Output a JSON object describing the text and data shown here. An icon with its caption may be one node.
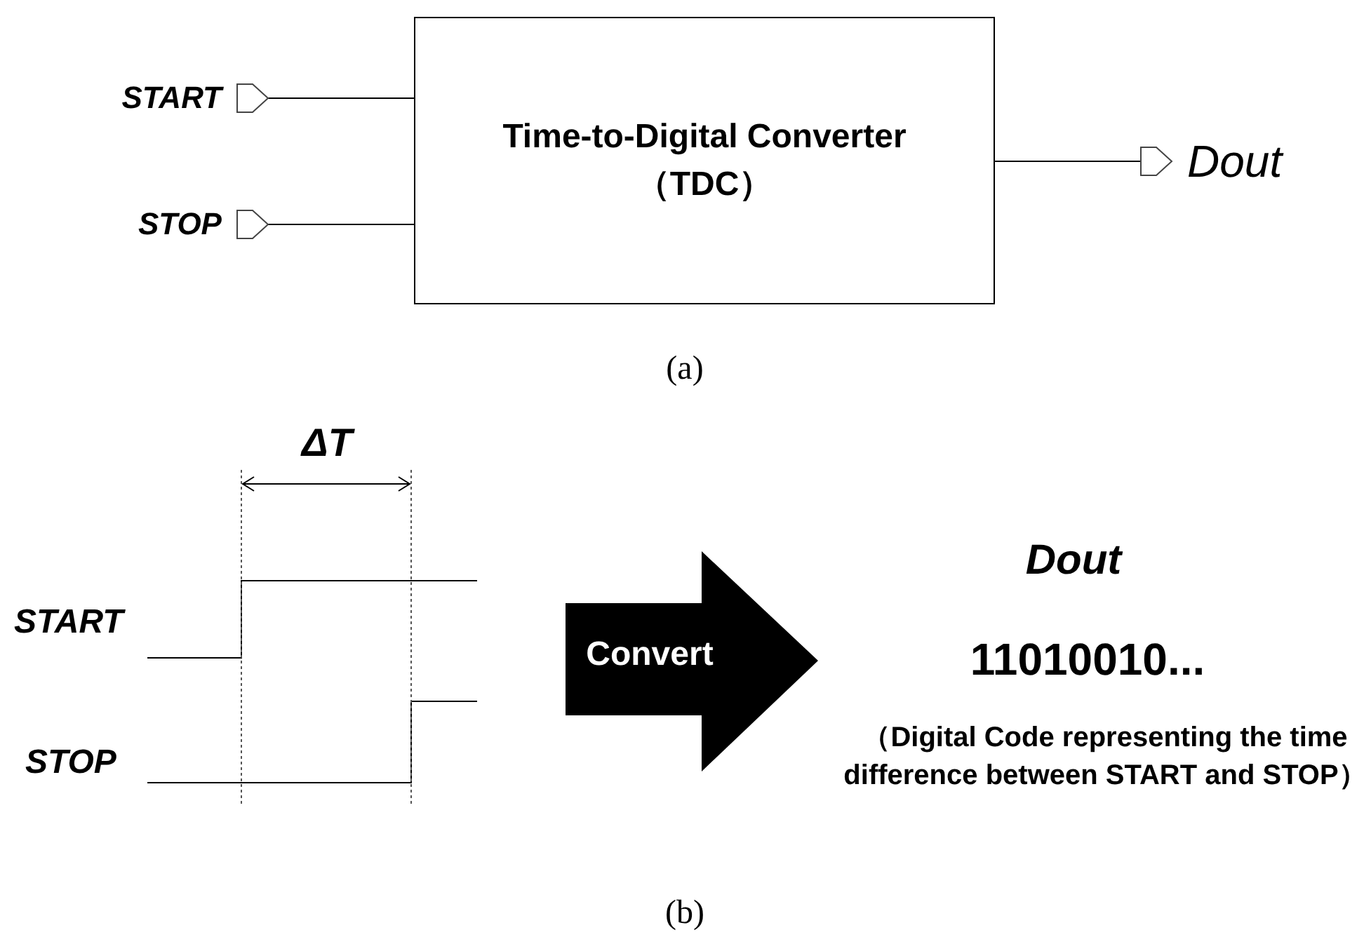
{
  "diagram": {
    "nodes": [
      {
        "text": [],
        "shape": "port",
        "beside": [
          "START"
        ]
      },
      {
        "text": [],
        "shape": "port",
        "beside": [
          "STOP"
        ]
      },
      {
        "text": [
          "Time-to-Digital Converter （TDC）"
        ]
      },
      {
        "text": [],
        "shape": "port",
        "beside": [
          "Dout"
        ]
      },
      {
        "text": [
          "Convert"
        ]
      }
    ],
    "edges": [
      {
        "from": 0,
        "to": 2,
        "arrow": "none"
      },
      {
        "from": 1,
        "to": 2,
        "arrow": "none"
      },
      {
        "from": 2,
        "to": 3,
        "arrow": "none"
      }
    ],
    "labels": [
      "(a)",
      "ΔT",
      "START",
      "STOP",
      "Dout",
      "11010010...",
      "（Digital Code representing the time difference between START and STOP）",
      "(b)"
    ]
  }
}
